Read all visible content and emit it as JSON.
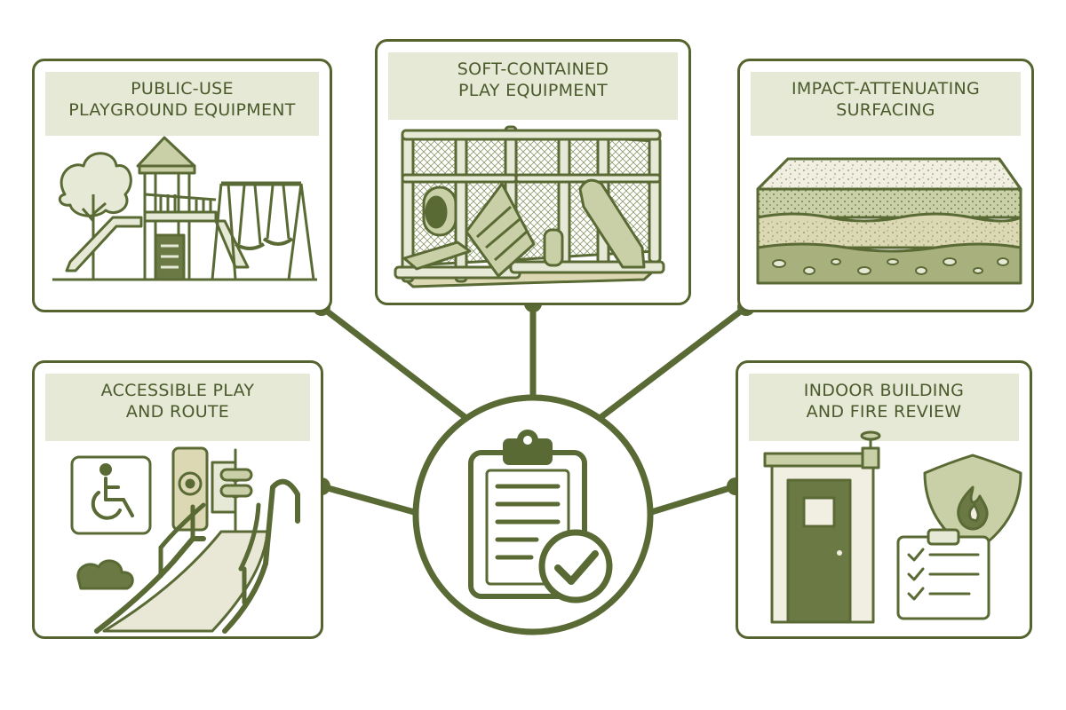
{
  "colors": {
    "line": "#5a6a35",
    "fill_light": "#e6e9d6",
    "fill_mid": "#c9cfa6",
    "fill_sand": "#ddd8b4",
    "fill_dark": "#6b7a45"
  },
  "center": {
    "icon": "clipboard-check-icon"
  },
  "cards": [
    {
      "id": "public-use",
      "title_lines": [
        "PUBLIC-USE",
        "PLAYGROUND EQUIPMENT"
      ],
      "icon": "playground-icon"
    },
    {
      "id": "soft-contained",
      "title_lines": [
        "SOFT-CONTAINED",
        "PLAY EQUIPMENT"
      ],
      "icon": "soft-play-structure-icon"
    },
    {
      "id": "impact-surfacing",
      "title_lines": [
        "IMPACT-ATTENUATING",
        "SURFACING"
      ],
      "icon": "surfacing-layers-icon"
    },
    {
      "id": "accessible",
      "title_lines": [
        "ACCESSIBLE PLAY",
        "AND ROUTE"
      ],
      "icon": "wheelchair-ramp-icon"
    },
    {
      "id": "indoor-fire",
      "title_lines": [
        "INDOOR BUILDING",
        "AND FIRE REVIEW"
      ],
      "icon": "building-fire-shield-icon"
    }
  ]
}
